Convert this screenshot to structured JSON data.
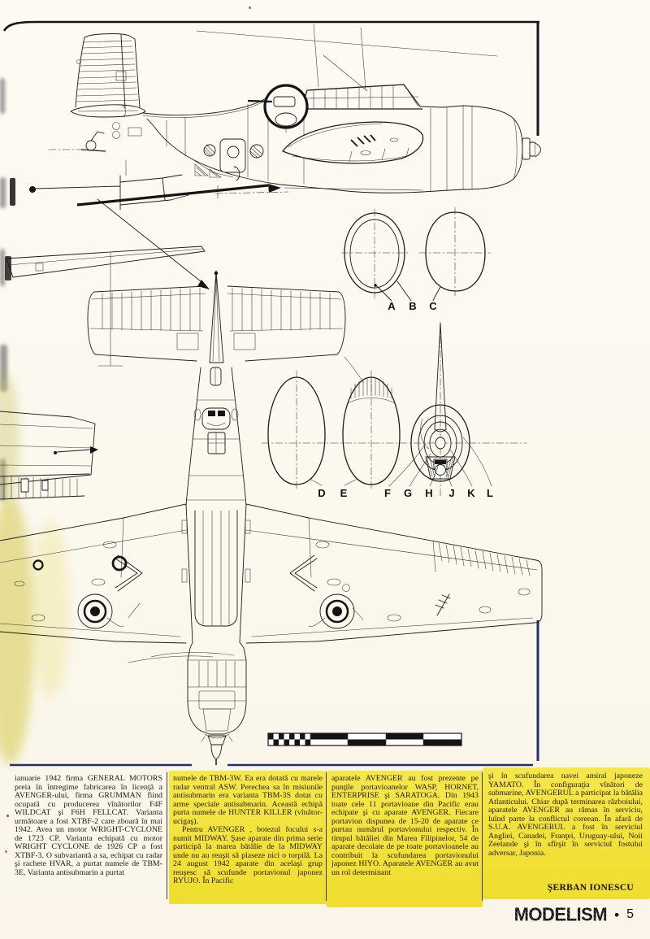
{
  "drawing": {
    "labels_abc": [
      "A",
      "B",
      "C"
    ],
    "labels_front": [
      "D",
      "E",
      "F",
      "G",
      "H",
      "J",
      "K",
      "L"
    ]
  },
  "article": {
    "columns": [
      {
        "highlighted": false,
        "paragraphs": [
          "ianuarie 1942 firma GENERAL MOTORS preia în întregime fabricarea în licenţă a AVENGER-ului, firma GRUMMAN fiind ocupată cu producerea vînătorilor F4F WILDCAT şi F6H FELLCAT. Varianta următoare a fost XTBF-2 care zboară în mai 1942. Avea un motor WRIGHT-CYCLONE de 1723 CP. Varianta echipată cu motor WRIGHT CYCLONE de 1926 CP a fost XTBF-3. O subvariantă a sa, echipat cu radar şi rachete HVAR, a purtat numele de TBM-3E. Varianta antisubmarin a purtat"
        ]
      },
      {
        "highlighted": true,
        "paragraphs": [
          "numele de TBM-3W. Ea era dotată cu marele radar ventral ASW. Perechea sa în misiunile antisubmarin era varianta TBM-3S dotat cu arme speciale antisubmarin. Această echipă purta numele de HUNTER KILLER (vînător-ucigaş).",
          "Pentru AVENGER , botezul focului s-a numit MIDWAY. Şase aparate din prima serie participă la marea bătălie de la MIDWAY unde nu au reuşit să plaseze nici o torpilă. La 24 august 1942 aparate din acelaşi grup reuşesc să scufunde portavionul japonez RYUJO. În Pacific"
        ]
      },
      {
        "highlighted": true,
        "paragraphs": [
          "aparatele AVENGER au fost prezente pe punţile portavioanelor WASP, HORNET, ENTERPRISE şi SARATOGA. Din 1943 toate cele 11 portavioane din Pacific erau echipate şi cu aparate AVENGER. Fiecare portavion dispunea de 15-20 de aparate ce purtau numărul portavionului respectiv. În timpul bătăliei din Marea Filipinelor, 54 de aparate decolate de pe toate portavioanele au contribuit la scufundarea portavionului japonez HIYO. Aparatele AVENGER au avut un rol determinant"
        ]
      },
      {
        "highlighted": true,
        "paragraphs": [
          "şi în scufundarea navei amiral japoneze YAMATO. În configuraţia vînători de submarine, AVENGERUL a participat la bătălia Atlanticului. Chiar după terminarea războiului, aparatele AVENGER au rămas în serviciu, luînd parte la conflictul coreean. În afară de S.U.A. AVENGERUL a fost în serviciul Angliei, Canadei, Franţei, Uruguay-ului, Noii Zeelande şi în sfîrşit în serviciul fostului adversar, Japonia."
        ]
      }
    ],
    "author": "ŞERBAN IONESCU"
  },
  "footer": {
    "magazine_logo": "MODELISM",
    "separator": "•",
    "page_number": "5"
  },
  "colors": {
    "highlight_yellow": "#f2e13d",
    "frame_navy": "#22306b",
    "ink": "#1c1c1c"
  }
}
